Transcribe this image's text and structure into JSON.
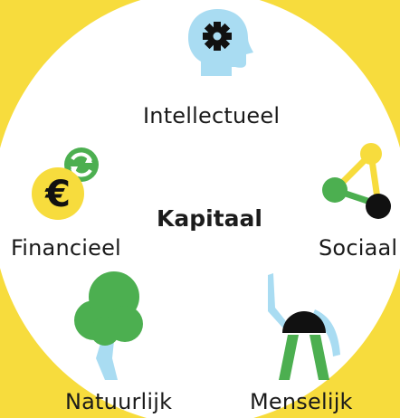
{
  "diagram": {
    "center_title": "Kapitaal",
    "nodes": [
      {
        "id": "intellectueel",
        "label": "Intellectueel",
        "icon": "head-gear-icon"
      },
      {
        "id": "financieel",
        "label": "Financieel",
        "icon": "euro-coin-icon"
      },
      {
        "id": "sociaal",
        "label": "Sociaal",
        "icon": "network-triangle-icon"
      },
      {
        "id": "natuurlijk",
        "label": "Natuurlijk",
        "icon": "tree-icon"
      },
      {
        "id": "menselijk",
        "label": "Menselijk",
        "icon": "person-figure-icon"
      }
    ],
    "colors": {
      "yellow": "#f7dc3d",
      "blue": "#a9dcf2",
      "green": "#4caf50",
      "black": "#111111"
    }
  }
}
